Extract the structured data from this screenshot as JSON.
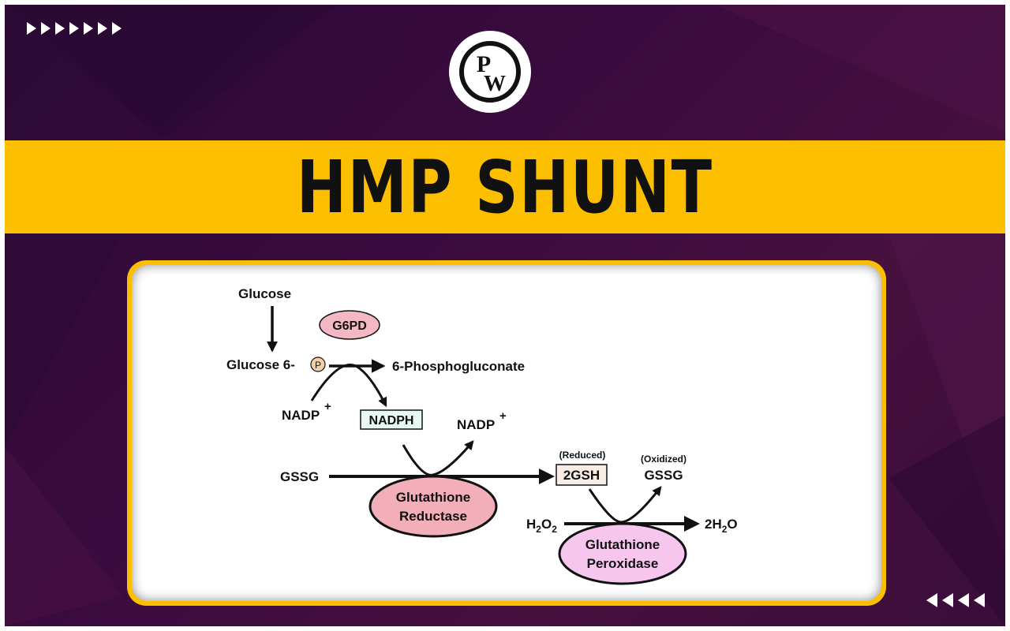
{
  "banner": {
    "title": "HMP SHUNT"
  },
  "logo": {
    "top_letter": "P",
    "bottom_letter": "W"
  },
  "diagram": {
    "glucose": "Glucose",
    "g6pd": "G6PD",
    "glucose6p_prefix": "Glucose 6-",
    "phosphate_symbol": "P",
    "phosphogluconate": "6-Phosphogluconate",
    "nadp_left": "NADP",
    "nadp_left_sup": "+",
    "nadph": "NADPH",
    "nadp_right": "NADP",
    "nadp_right_sup": "+",
    "gssg_left": "GSSG",
    "reduced": "(Reduced)",
    "gsh": "2GSH",
    "oxidized": "(Oxidized)",
    "gssg_right": "GSSG",
    "reductase_line1": "Glutathione",
    "reductase_line2": "Reductase",
    "h2o2_h": "H",
    "h2o2_sub1": "2",
    "h2o2_o": "O",
    "h2o2_sub2": "2",
    "h2o_prefix": "2H",
    "h2o_sub": "2",
    "h2o_o": "O",
    "peroxidase_line1": "Glutathione",
    "peroxidase_line2": "Peroxidase"
  },
  "colors": {
    "background": "#3a0b3e",
    "accent": "#fbbf00",
    "g6pd_fill": "#f4b8c4",
    "reductase_fill": "#f2aeb9",
    "peroxidase_fill": "#f6c6ee",
    "nadph_fill": "#e9f7f5",
    "gsh_fill": "#f8ece4",
    "phosphate_fill": "#f1cfa8"
  }
}
